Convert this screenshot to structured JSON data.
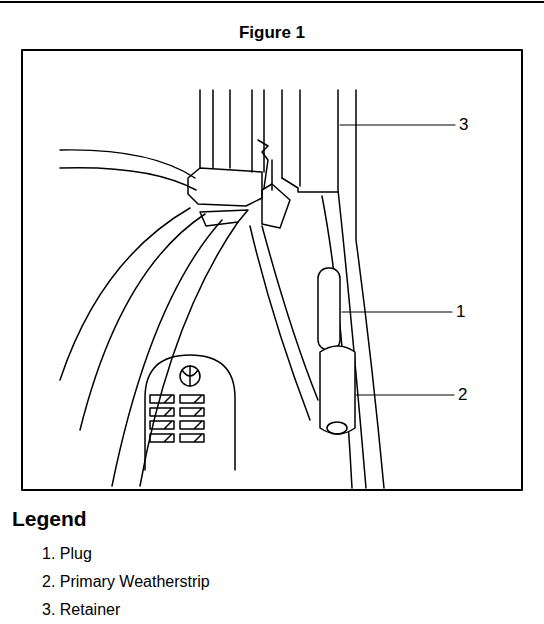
{
  "diagram": {
    "title": "Figure 1",
    "labels": [
      "3",
      "1",
      "2",
      "Legend"
    ],
    "legend": [
      {
        "text": "1. Plug"
      },
      {
        "text": "2. Primary Weatherstrip"
      },
      {
        "text": "3. Retainer"
      }
    ]
  }
}
